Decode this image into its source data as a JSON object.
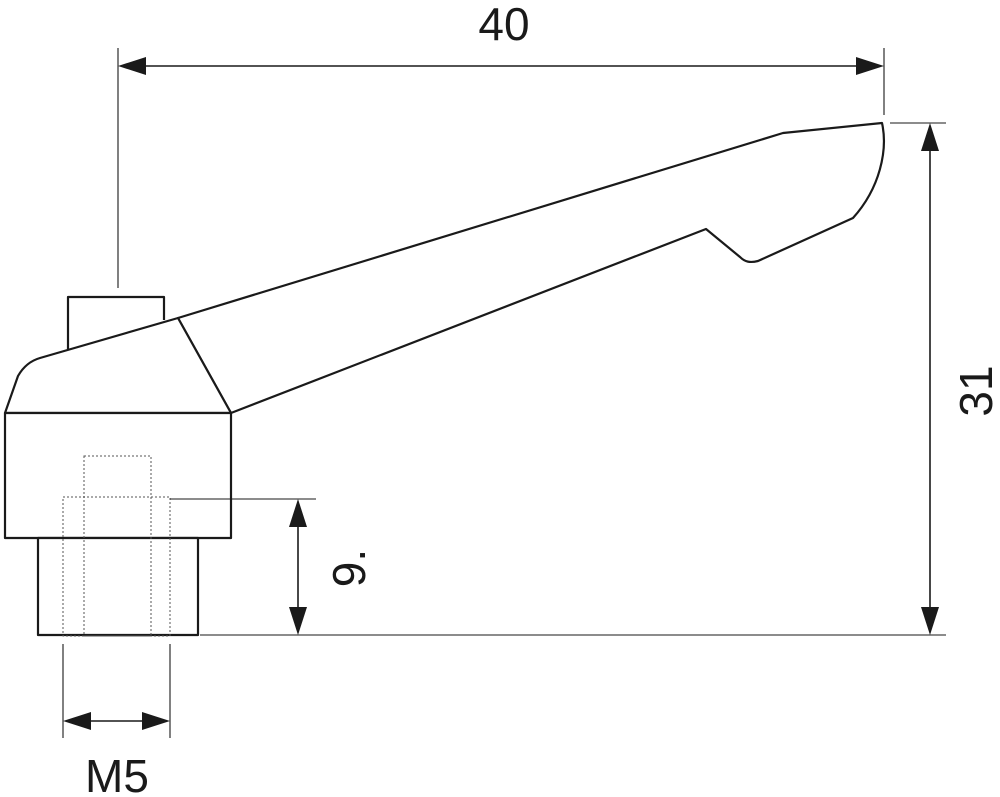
{
  "drawing": {
    "dimensions": {
      "overall_length": "40",
      "overall_height": "31",
      "thread_length": "9.",
      "thread_size": "M5"
    },
    "colors": {
      "line": "#1a1a1a",
      "background": "#ffffff"
    }
  }
}
